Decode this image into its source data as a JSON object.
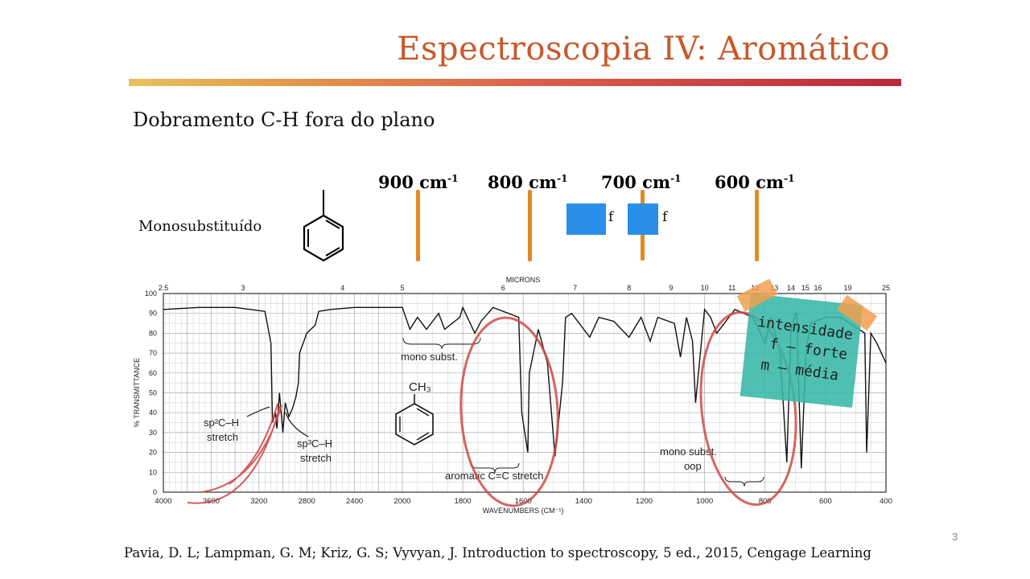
{
  "slide": {
    "title": "Espectroscopia IV: Aromático",
    "subtitle": "Dobramento C-H fora do plano",
    "row_label": "Monosubstituído",
    "wavenumber_labels": [
      {
        "value": "900 cm",
        "exp": "-1"
      },
      {
        "value": "800 cm",
        "exp": "-1"
      },
      {
        "value": "700 cm",
        "exp": "-1"
      },
      {
        "value": "600 cm",
        "exp": "-1"
      }
    ],
    "bands": [
      {
        "label": "f",
        "intensity": "forte"
      },
      {
        "label": "f",
        "intensity": "forte"
      }
    ],
    "note": {
      "line1": "intensidade",
      "line2": "f – forte",
      "line3": "m – média"
    },
    "citation": "Pavia, D. L; Lampman, G. M; Kriz, G. S; Vyvyan, J. Introduction to spectroscopy, 5 ed., 2015, Cengage Learning",
    "page_number": "3"
  },
  "chart_data": {
    "type": "line",
    "title": "",
    "xlabel": "WAVENUMBERS (CM⁻¹)",
    "ylabel": "% TRANSMITTANCE",
    "top_axis_label": "MICRONS",
    "xlim": [
      4000,
      400
    ],
    "ylim": [
      0,
      100
    ],
    "x_ticks": [
      "4000",
      "3600",
      "3200",
      "2800",
      "2400",
      "2000",
      "1800",
      "1600",
      "1400",
      "1200",
      "1000",
      "800",
      "600",
      "400"
    ],
    "y_ticks": [
      "0",
      "10",
      "20",
      "30",
      "40",
      "50",
      "60",
      "70",
      "80",
      "90",
      "100"
    ],
    "micron_ticks": [
      "2.5",
      "3",
      "4",
      "5",
      "6",
      "7",
      "8",
      "9",
      "10",
      "11",
      "12",
      "13",
      "14",
      "15",
      "16",
      "19",
      "25"
    ],
    "annotations": {
      "sp2": [
        "sp²C–H",
        "stretch"
      ],
      "sp3": [
        "sp³C–H",
        "stretch"
      ],
      "mono_subst": "mono subst.",
      "aromatic": "aromatic C=C stretch",
      "oop": [
        "mono subst.",
        "oop"
      ],
      "molecule": "CH₃"
    },
    "series": [
      {
        "x": [
          4000,
          3700,
          3400,
          3150,
          3100,
          3087,
          3062,
          3050,
          3028,
          3000,
          2980,
          2950,
          2920,
          2890,
          2870,
          2860,
          2800,
          2730,
          2700,
          2600,
          2400,
          2200,
          2050,
          2000,
          1975,
          1950,
          1920,
          1880,
          1860,
          1810,
          1800,
          1760,
          1740,
          1700,
          1615,
          1605,
          1585,
          1580,
          1550,
          1520,
          1495,
          1470,
          1460,
          1440,
          1380,
          1350,
          1300,
          1250,
          1210,
          1180,
          1155,
          1100,
          1080,
          1060,
          1040,
          1030,
          1000,
          980,
          960,
          900,
          870,
          840,
          800,
          780,
          750,
          728,
          715,
          700,
          695,
          690,
          680,
          665,
          650,
          600,
          550,
          470,
          464,
          450,
          430,
          400
        ],
        "y": [
          92,
          93,
          93,
          91,
          75,
          35,
          40,
          32,
          50,
          30,
          45,
          38,
          42,
          48,
          55,
          70,
          80,
          84,
          91,
          92,
          93,
          93,
          93,
          93,
          82,
          88,
          82,
          90,
          82,
          88,
          93,
          80,
          86,
          93,
          88,
          40,
          20,
          60,
          82,
          65,
          18,
          55,
          88,
          90,
          78,
          88,
          86,
          78,
          88,
          76,
          88,
          85,
          68,
          88,
          76,
          45,
          92,
          88,
          80,
          92,
          90,
          88,
          75,
          88,
          70,
          15,
          80,
          90,
          90,
          60,
          12,
          70,
          85,
          88,
          88,
          80,
          20,
          80,
          75,
          65
        ]
      }
    ]
  }
}
